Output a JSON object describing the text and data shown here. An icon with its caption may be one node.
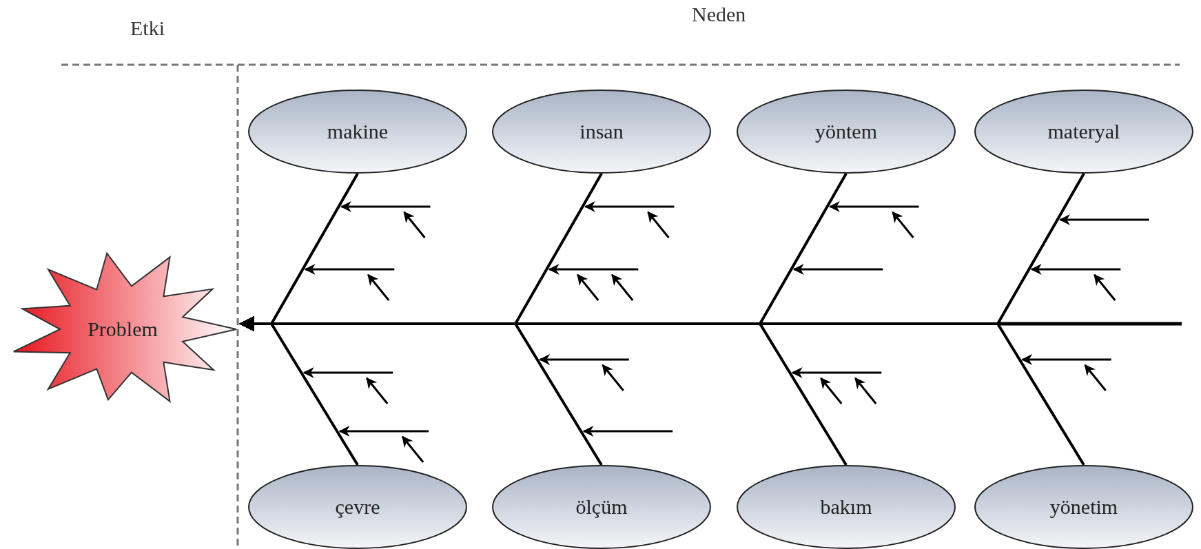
{
  "diagram": {
    "nodes": [
      {
        "text": [
          "Problem"
        ]
      },
      {
        "text": [
          "makine"
        ]
      },
      {
        "text": [
          "insan"
        ]
      },
      {
        "text": [
          "yöntem"
        ]
      },
      {
        "text": [
          "materyal"
        ]
      },
      {
        "text": [
          "çevre"
        ]
      },
      {
        "text": [
          "ölçüm"
        ]
      },
      {
        "text": [
          "bakım"
        ]
      },
      {
        "text": [
          "yönetim"
        ]
      }
    ],
    "edges": [
      {
        "from": 1,
        "to": 0,
        "arrow": "to"
      },
      {
        "from": 2,
        "to": 0,
        "arrow": "to"
      },
      {
        "from": 3,
        "to": 0,
        "arrow": "to"
      },
      {
        "from": 4,
        "to": 0,
        "arrow": "to"
      },
      {
        "from": 5,
        "to": 0,
        "arrow": "to"
      },
      {
        "from": 6,
        "to": 0,
        "arrow": "to"
      },
      {
        "from": 7,
        "to": 0,
        "arrow": "to"
      },
      {
        "from": 8,
        "to": 0,
        "arrow": "to"
      }
    ],
    "labels": [
      "Etki",
      "Neden"
    ]
  }
}
